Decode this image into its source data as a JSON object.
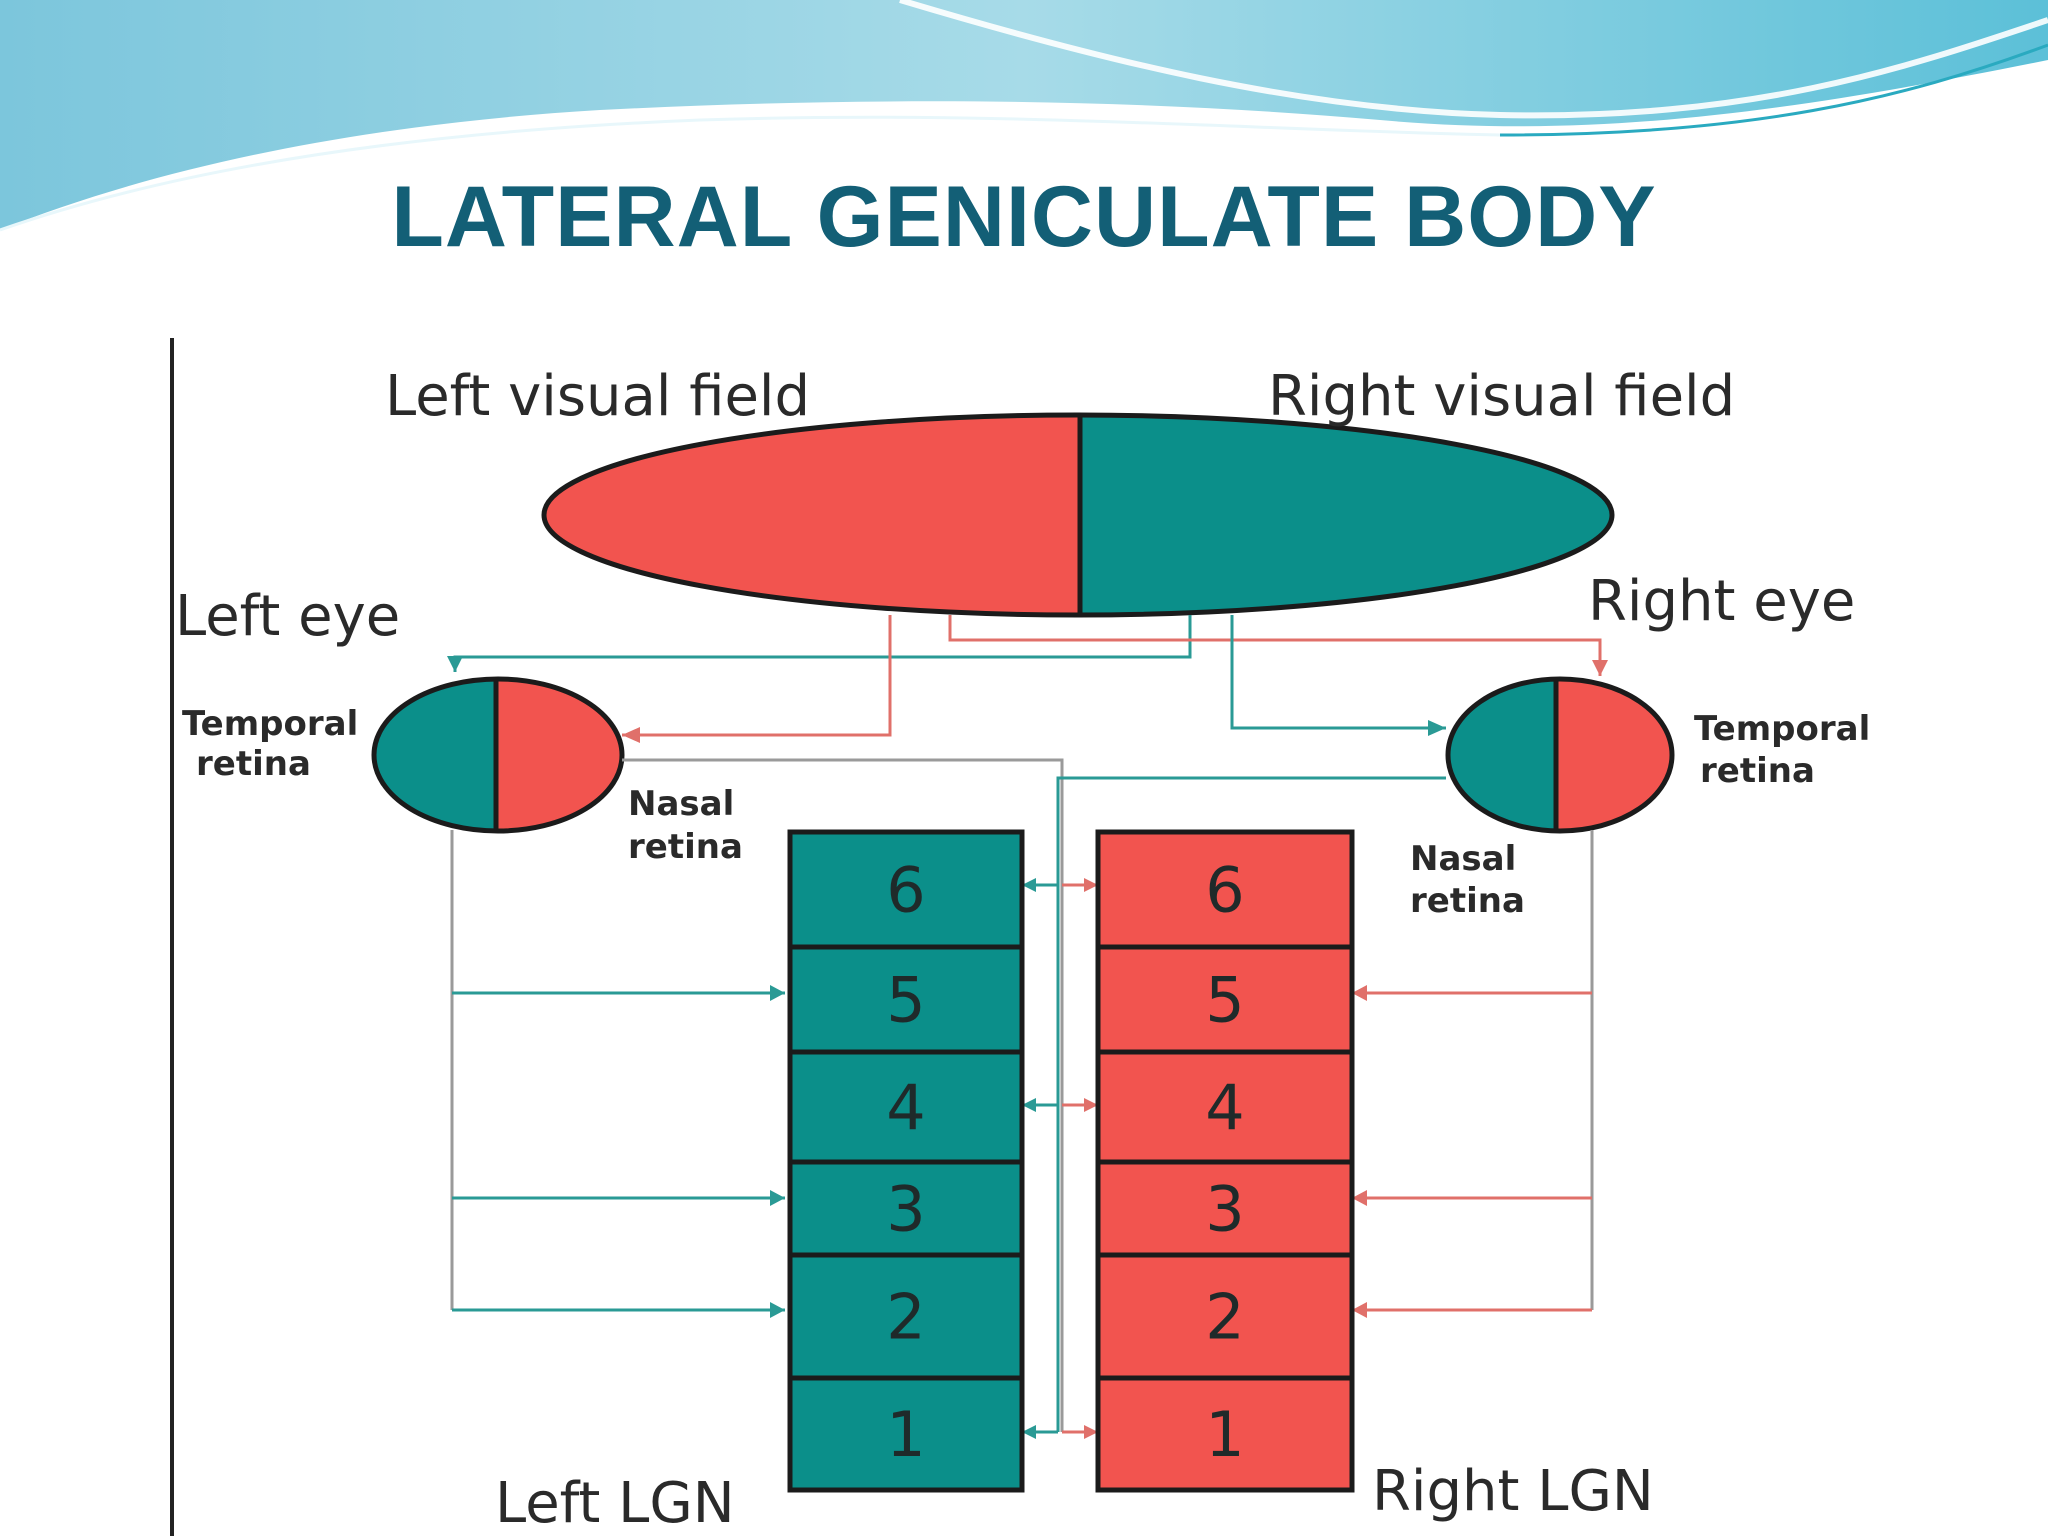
{
  "slide": {
    "title": "LATERAL GENICULATE BODY"
  },
  "diagram": {
    "labels": {
      "left_visual_field": "Left visual field",
      "right_visual_field": "Right visual field",
      "left_eye": "Left eye",
      "right_eye": "Right eye",
      "left_temporal_retina": [
        "Temporal",
        "retina"
      ],
      "left_nasal_retina": [
        "Nasal",
        "retina"
      ],
      "right_temporal_retina": [
        "Temporal",
        "retina"
      ],
      "right_nasal_retina": [
        "Nasal",
        "retina"
      ],
      "left_lgn": "Left LGN",
      "right_lgn": "Right LGN"
    },
    "left_lgn_layers": [
      "6",
      "5",
      "4",
      "3",
      "2",
      "1"
    ],
    "right_lgn_layers": [
      "6",
      "5",
      "4",
      "3",
      "2",
      "1"
    ]
  },
  "colors": {
    "title": "#135f76",
    "red": "#f2544f",
    "teal": "#0b8f8a",
    "red_line": "#e0706a",
    "teal_line": "#2a9a95",
    "gray_line": "#9a9a9a"
  }
}
